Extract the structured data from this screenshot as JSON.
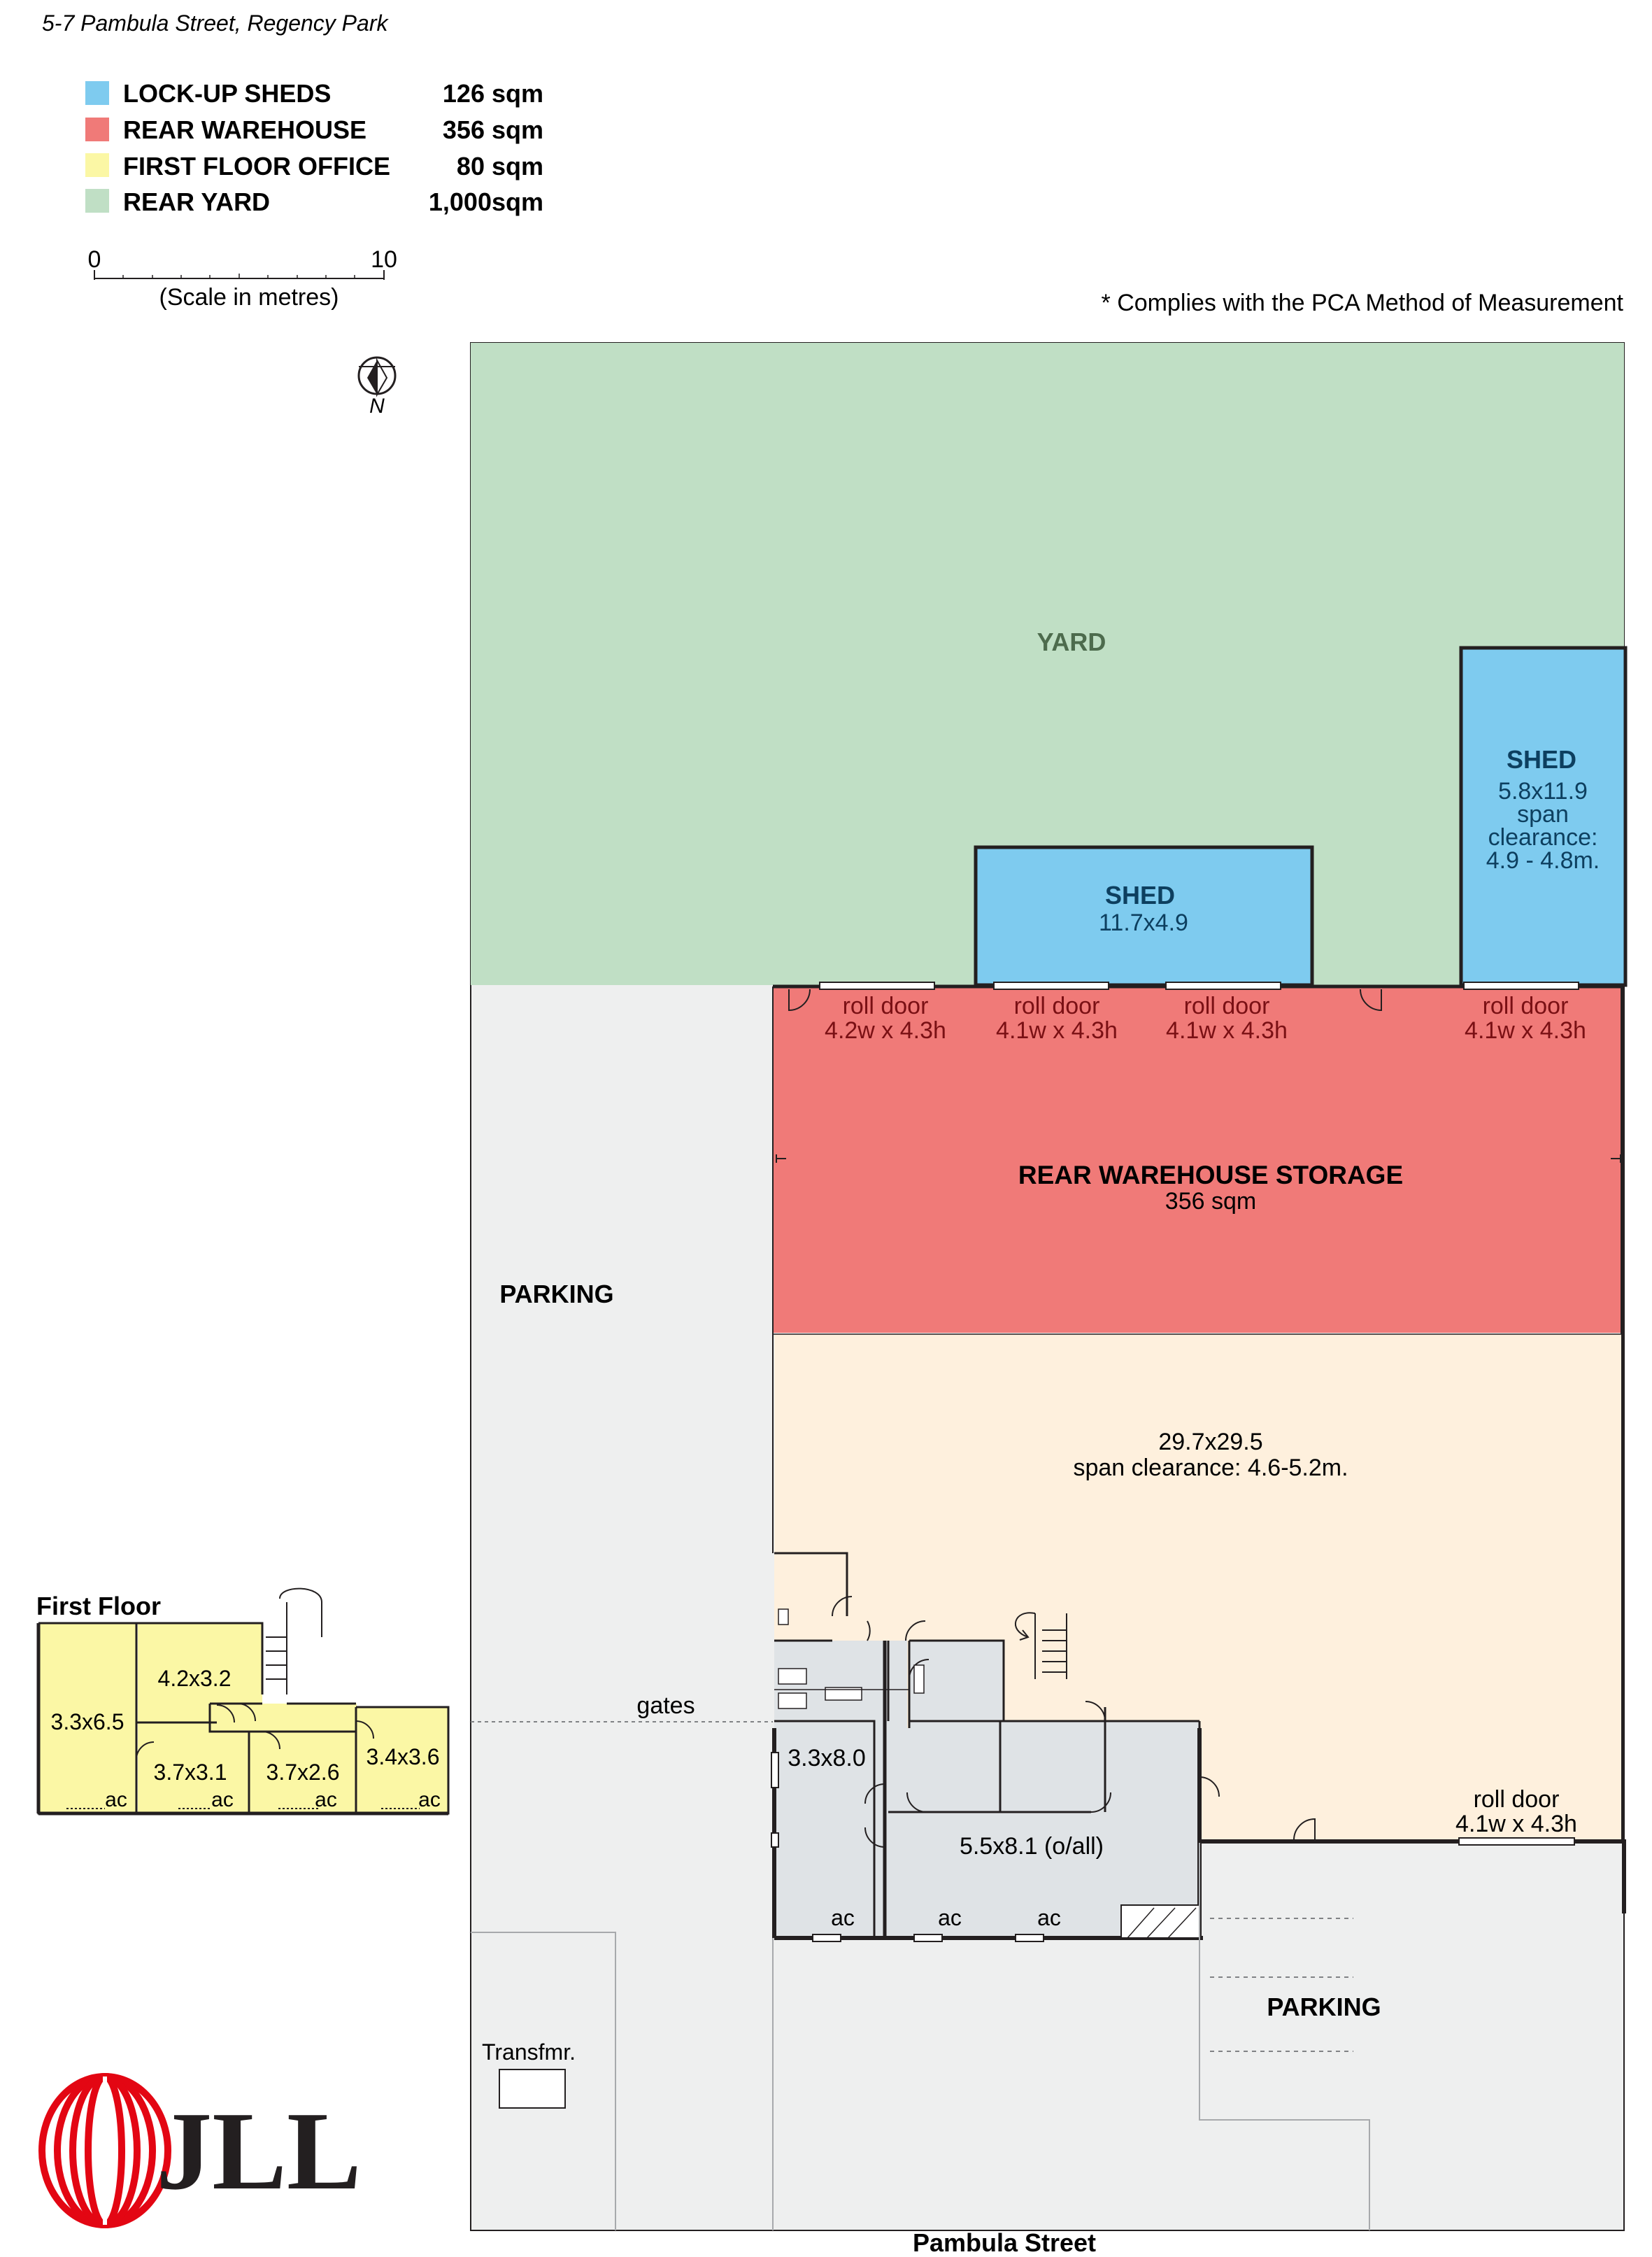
{
  "address": "5-7 Pambula Street, Regency Park",
  "legend": [
    {
      "label": "LOCK-UP SHEDS",
      "area": "126 sqm",
      "color": "#7ecbef"
    },
    {
      "label": "REAR WAREHOUSE",
      "area": "356 sqm",
      "color": "#f07a78"
    },
    {
      "label": "FIRST FLOOR OFFICE",
      "area": "80 sqm",
      "color": "#fbf7a5"
    },
    {
      "label": "REAR YARD",
      "area": "1,000sqm",
      "color": "#c0dfc5"
    }
  ],
  "scale": {
    "start": "0",
    "end": "10",
    "caption": "(Scale in metres)"
  },
  "compass": "N",
  "pca_note": "* Complies with the PCA Method of Measurement",
  "yard": {
    "label": "YARD"
  },
  "shed_small": {
    "title": "SHED",
    "dims": "11.7x4.9"
  },
  "shed_large": {
    "title": "SHED",
    "dims": "5.8x11.9",
    "line3": "span",
    "line4": "clearance:",
    "line5": "4.9 - 4.8m."
  },
  "roll_doors": [
    {
      "l1": "roll door",
      "l2": "4.2w x 4.3h"
    },
    {
      "l1": "roll door",
      "l2": "4.1w x 4.3h"
    },
    {
      "l1": "roll door",
      "l2": "4.1w x 4.3h"
    },
    {
      "l1": "roll door",
      "l2": "4.1w x 4.3h"
    }
  ],
  "rear_warehouse": {
    "title": "REAR WAREHOUSE STORAGE",
    "area": "356 sqm"
  },
  "main_warehouse": {
    "dims": "29.7x29.5",
    "span": "span clearance: 4.6-5.2m."
  },
  "front_roll_door": {
    "l1": "roll door",
    "l2": "4.1w x 4.3h"
  },
  "parking_left": "PARKING",
  "parking_front": "PARKING",
  "gates": "gates",
  "office_rooms": {
    "room_a": "3.3x8.0",
    "room_b": "5.5x8.1 (o/all)",
    "ac": "ac"
  },
  "transformer": "Transfmr.",
  "street": "Pambula Street",
  "first_floor": {
    "title": "First Floor",
    "rooms": [
      "3.3x6.5",
      "4.2x3.2",
      "3.7x3.1",
      "3.7x2.6",
      "3.4x3.6"
    ],
    "ac": "ac"
  },
  "logo": "JLL",
  "colors": {
    "lockup": "#7ecbef",
    "rear_warehouse": "#f07a78",
    "office": "#fbf7a5",
    "yard": "#c0dfc5",
    "main_warehouse": "#fef0dd",
    "parking": "#eeefef",
    "office_ground": "#dfe3e6",
    "jll_red": "#e30613"
  }
}
